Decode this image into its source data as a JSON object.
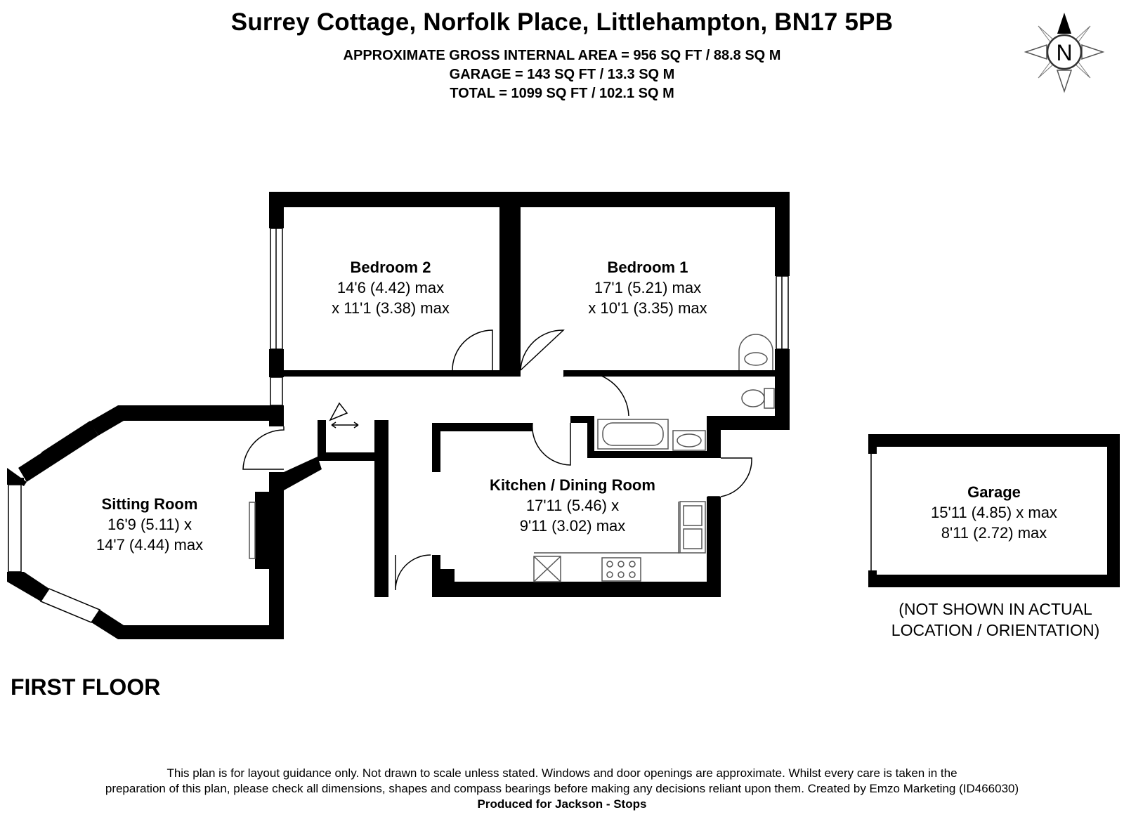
{
  "header": {
    "title": "Surrey Cottage, Norfolk Place, Littlehampton, BN17 5PB",
    "area_lines": [
      "APPROXIMATE GROSS INTERNAL AREA = 956 SQ FT / 88.8 SQ M",
      "GARAGE = 143 SQ FT / 13.3 SQ M",
      "TOTAL = 1099 SQ FT / 102.1 SQ M"
    ]
  },
  "compass": {
    "letter": "N",
    "icon": "north-arrow-compass-icon"
  },
  "rooms": {
    "bedroom2": {
      "name": "Bedroom 2",
      "dim1": "14'6 (4.42) max",
      "dim2": "x 11'1 (3.38) max"
    },
    "bedroom1": {
      "name": "Bedroom 1",
      "dim1": "17'1 (5.21) max",
      "dim2": "x 10'1 (3.35) max"
    },
    "sitting": {
      "name": "Sitting Room",
      "dim1": "16'9 (5.11) x",
      "dim2": "14'7 (4.44) max"
    },
    "kitchen": {
      "name": "Kitchen / Dining Room",
      "dim1": "17'11 (5.46) x",
      "dim2": "9'11 (3.02) max"
    },
    "garage": {
      "name": "Garage",
      "dim1": "15'11 (4.85) x max",
      "dim2": "8'11 (2.72) max"
    }
  },
  "garage_note": [
    "(NOT SHOWN IN ACTUAL",
    "LOCATION / ORIENTATION)"
  ],
  "floor_label": "FIRST FLOOR",
  "footer": {
    "line1": "This plan is for layout guidance only. Not drawn to scale unless stated. Windows and door openings are approximate. Whilst every care is taken in the",
    "line2": "preparation of this plan, please check all dimensions, shapes and compass bearings before making any decisions reliant upon them. Created by Emzo Marketing (ID466030)",
    "produced": "Produced for Jackson - Stops"
  },
  "colors": {
    "wall": "#000000",
    "background": "#ffffff",
    "fixture": "#555555"
  }
}
